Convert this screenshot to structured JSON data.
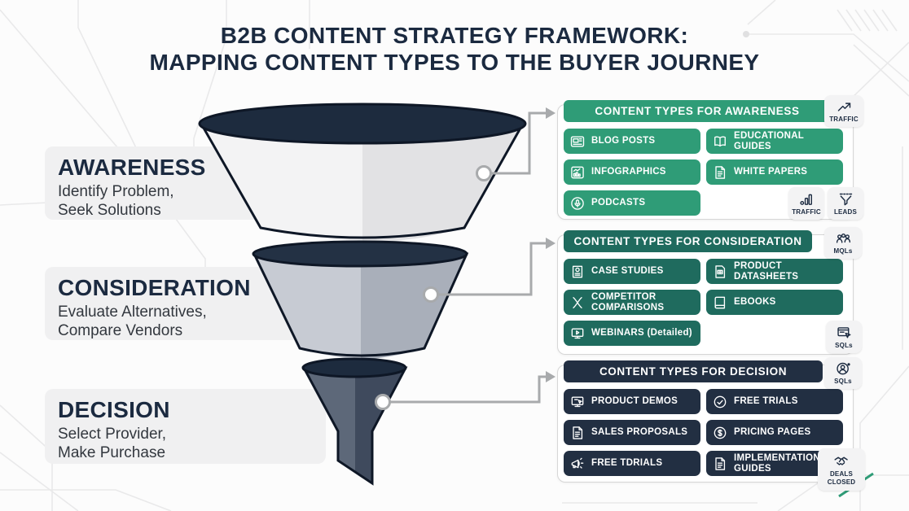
{
  "title": {
    "line1": "B2B CONTENT STRATEGY FRAMEWORK:",
    "line2": "MAPPING CONTENT TYPES TO THE BUYER JOURNEY"
  },
  "stages": [
    {
      "name": "AWARENESS",
      "description_line1": "Identify Problem,",
      "description_line2": "Seek Solutions"
    },
    {
      "name": "CONSIDERATION",
      "description_line1": "Evaluate Alternatives,",
      "description_line2": "Compare Vendors"
    },
    {
      "name": "DECISION",
      "description_line1": "Select Provider,",
      "description_line2": "Make Purchase"
    }
  ],
  "colors": {
    "awareness_green": "#2f9c77",
    "consideration_teal": "#1f6b5e",
    "decision_navy": "#222f42",
    "title_navy": "#1b2a40"
  },
  "panels": [
    {
      "header": "CONTENT TYPES FOR AWARENESS",
      "color": "#2f9c77",
      "items": [
        {
          "label": "BLOG POSTS",
          "icon": "blog-icon"
        },
        {
          "label": "EDUCATIONAL GUIDES",
          "icon": "open-book-icon"
        },
        {
          "label": "INFOGRAPHICS",
          "icon": "chart-icon"
        },
        {
          "label": "WHITE PAPERS",
          "icon": "document-icon"
        },
        {
          "label": "PODCASTS",
          "icon": "microphone-icon"
        }
      ],
      "badges": [
        {
          "label": "TRAFFIC",
          "icon": "trend-up-icon",
          "position": "top-right"
        },
        {
          "label": "TRAFFIC",
          "icon": "bar-chart-icon",
          "position": "bottom-right-2"
        },
        {
          "label": "LEADS",
          "icon": "funnel-icon",
          "position": "bottom-right-1"
        }
      ]
    },
    {
      "header": "CONTENT TYPES FOR CONSIDERATION",
      "color": "#1f6b5e",
      "items": [
        {
          "label": "CASE STUDIES",
          "icon": "case-study-icon"
        },
        {
          "label": "PRODUCT DATASHEETS",
          "icon": "datasheet-icon"
        },
        {
          "label": "COMPETITOR COMPARISONS",
          "icon": "compare-icon"
        },
        {
          "label": "EBOOKS",
          "icon": "book-icon"
        },
        {
          "label": "WEBINARS (Detailed)",
          "icon": "webinar-icon"
        }
      ],
      "badges": [
        {
          "label": "MQLs",
          "icon": "people-icon",
          "position": "top-right"
        },
        {
          "label": "SQLs",
          "icon": "browser-click-icon",
          "position": "bottom-right-1"
        }
      ]
    },
    {
      "header": "CONTENT TYPES FOR DECISION",
      "color": "#222f42",
      "items": [
        {
          "label": "PRODUCT DEMOS",
          "icon": "demo-icon"
        },
        {
          "label": "FREE TRIALS",
          "icon": "check-circle-icon"
        },
        {
          "label": "SALES PROPOSALS",
          "icon": "document-icon"
        },
        {
          "label": "PRICING PAGES",
          "icon": "dollar-circle-icon"
        },
        {
          "label": "FREE TDRIALS",
          "icon": "megaphone-icon"
        },
        {
          "label": "IMPLEMENTATION GUIDES",
          "icon": "guide-icon"
        }
      ],
      "badges": [
        {
          "label": "SQLs",
          "icon": "person-circle-icon",
          "position": "top-right"
        },
        {
          "label": "DEALS CLOSED",
          "icon": "handshake-icon",
          "position": "bottom-right-1"
        }
      ]
    }
  ]
}
